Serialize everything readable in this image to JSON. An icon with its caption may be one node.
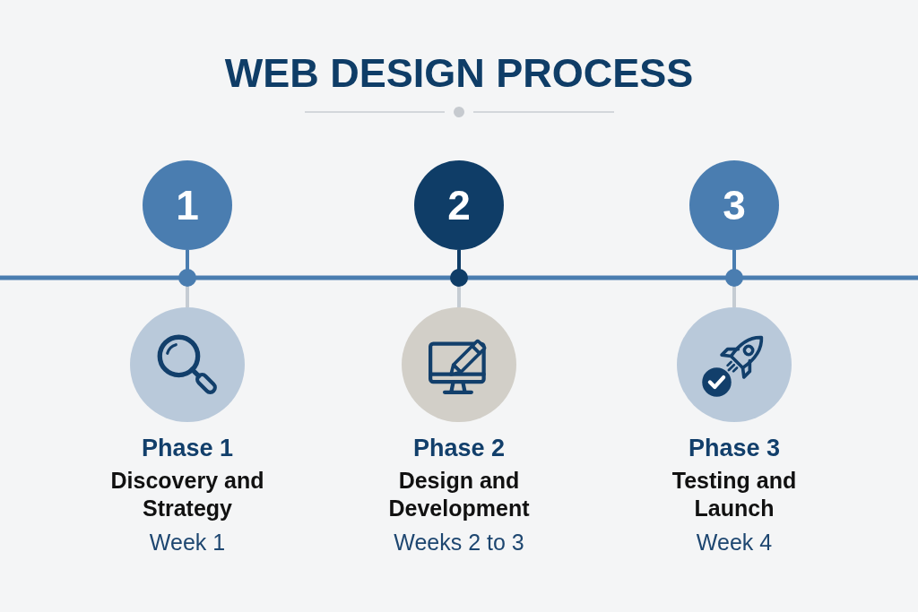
{
  "diagram": {
    "title": "WEB DESIGN PROCESS",
    "nodes": [
      {
        "text": [
          "1"
        ]
      },
      {
        "text": [
          "2"
        ]
      },
      {
        "text": [
          "3"
        ]
      },
      {
        "text": [],
        "shape": "circle",
        "beside": [
          "Phase 1",
          "Discovery and Strategy",
          "Week 1"
        ]
      },
      {
        "text": [],
        "shape": "circle",
        "beside": [
          "Phase 2",
          "Design and Development",
          "Weeks 2 to 3"
        ]
      },
      {
        "text": [],
        "shape": "circle",
        "beside": [
          "Phase 3",
          "Testing and Launch",
          "Week 4"
        ]
      }
    ],
    "edges": [
      {
        "from": 0,
        "to": 3,
        "arrow": "none"
      },
      {
        "from": 1,
        "to": 4,
        "arrow": "none",
        "color": "#0f3d67"
      },
      {
        "from": 2,
        "to": 5,
        "arrow": "none"
      }
    ]
  }
}
